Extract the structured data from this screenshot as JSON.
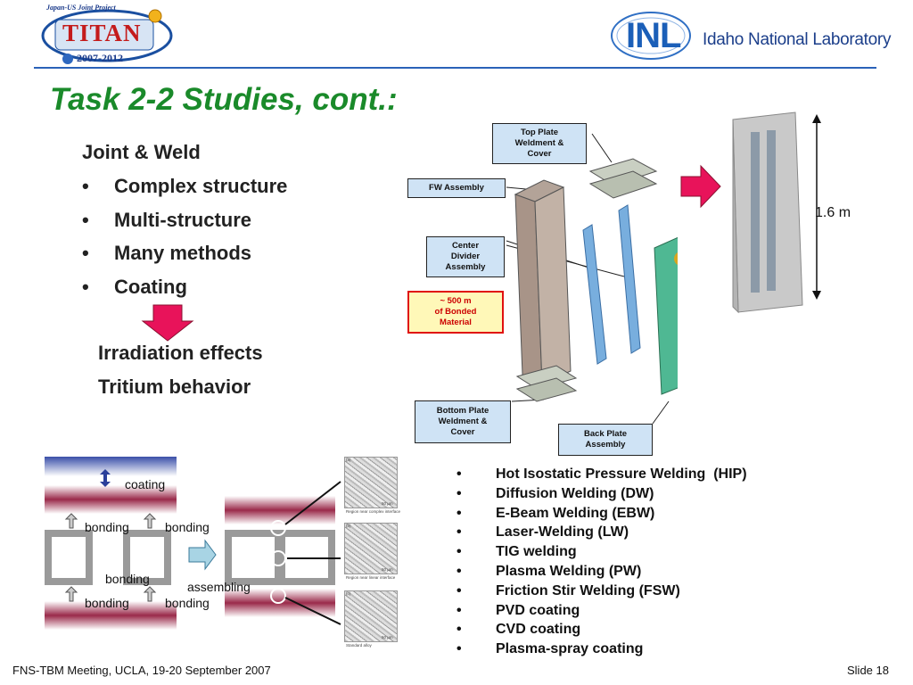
{
  "header": {
    "titan_logo": {
      "project_text": "Japan-US Joint Project",
      "name": "TITAN",
      "years": "2007-2012"
    },
    "inl_logo": {
      "mark": "INL",
      "name": "Idaho National Laboratory"
    }
  },
  "title": "Task 2-2 Studies, cont.:",
  "joint": {
    "heading": "Joint & Weld",
    "items": [
      "Complex structure",
      "Multi-structure",
      "Many methods",
      "Coating"
    ]
  },
  "effects": [
    "Irradiation effects",
    "Tritium behavior"
  ],
  "assembly": {
    "callouts": {
      "top_plate": "Top Plate\nWeldment &\nCover",
      "fw": "FW Assembly",
      "center_divider": "Center\nDivider\nAssembly",
      "bonded": "~ 500 m\nof Bonded\nMaterial",
      "bottom_plate": "Bottom Plate\nWeldment &\nCover",
      "back_plate": "Back Plate\nAssembly"
    },
    "dimension": "1.6 m"
  },
  "joint_diagram": {
    "coating": "coating",
    "bonding": "bonding",
    "assembling": "assembling"
  },
  "micrographs": {
    "scale_label": "50 µm",
    "panels": [
      {
        "tag": "(a)",
        "caption": "Region near complex interface"
      },
      {
        "tag": "(b)",
        "caption": "Region near linear interface"
      },
      {
        "tag": "(c)",
        "caption": "Standard alloy"
      }
    ]
  },
  "welding_methods": [
    "Hot Isostatic Pressure Welding  (HIP)",
    "Diffusion Welding (DW)",
    "E-Beam Welding (EBW)",
    "Laser-Welding (LW)",
    "TIG welding",
    "Plasma Welding (PW)",
    "Friction Stir Welding (FSW)",
    "PVD coating",
    "CVD coating",
    "Plasma-spray coating"
  ],
  "footer": {
    "left": "FNS-TBM Meeting, UCLA, 19-20 September 2007",
    "right": "Slide 18"
  },
  "colors": {
    "title_green": "#1a8a2a",
    "rule_blue": "#2a62b8",
    "arrow_magenta": "#e8135a",
    "callout_blue": "#cfe3f5"
  }
}
